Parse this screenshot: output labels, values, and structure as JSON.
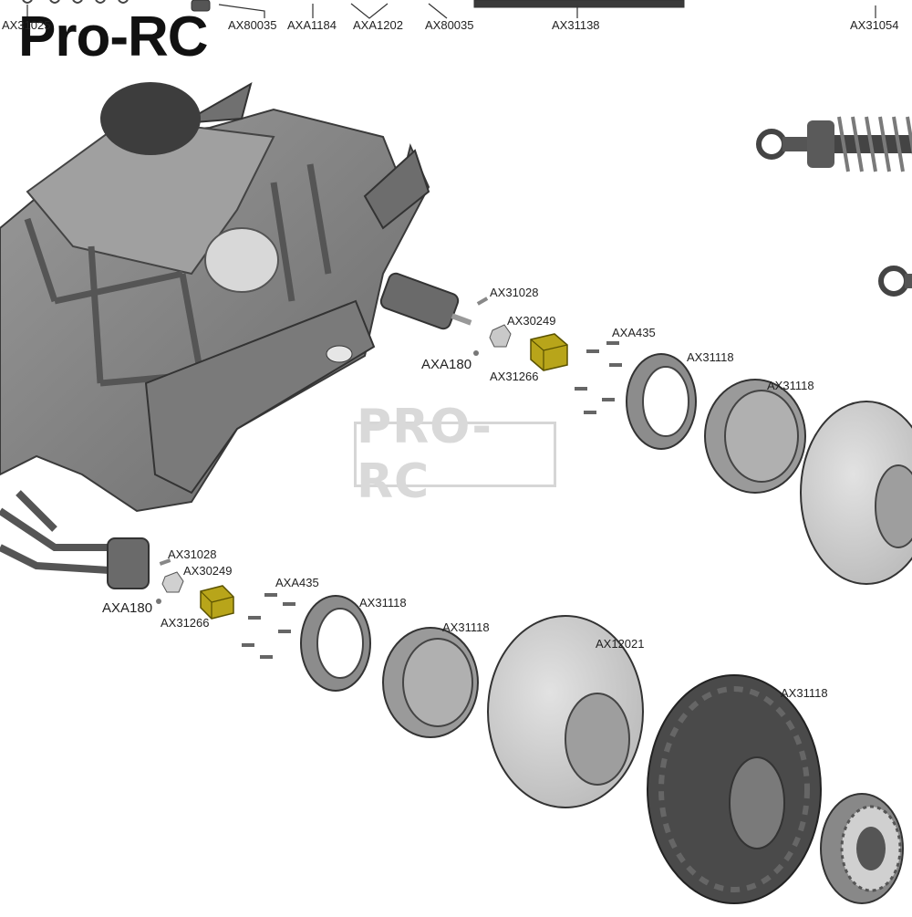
{
  "brand": {
    "logo_text": "Pro-RC",
    "watermark_text": "PRO-RC"
  },
  "top_labels": [
    "AX31025",
    "AX80035",
    "AXA1184",
    "AXA1202",
    "AX80035",
    "AX31138",
    "AX31054"
  ],
  "upper_assembly": {
    "ax31028": "AX31028",
    "ax30249": "AX30249",
    "axa180": "AXA180",
    "ax31266": "AX31266",
    "axa435": "AXA435",
    "beadlock_ring": "AX31118",
    "wheel": "AX31118"
  },
  "lower_assembly": {
    "ax31028": "AX31028",
    "ax30249": "AX30249",
    "axa180": "AXA180",
    "ax31266": "AX31266",
    "axa435": "AXA435",
    "beadlock_ring": "AX31118",
    "wheel": "AX31118",
    "foam_insert": "AX12021",
    "tire": "AX31118"
  },
  "colors": {
    "part_gray": "#8a8a8a",
    "part_dark": "#5a5a5a",
    "hex_hub": "#b8a51a",
    "foam": "#cfcfcf"
  }
}
